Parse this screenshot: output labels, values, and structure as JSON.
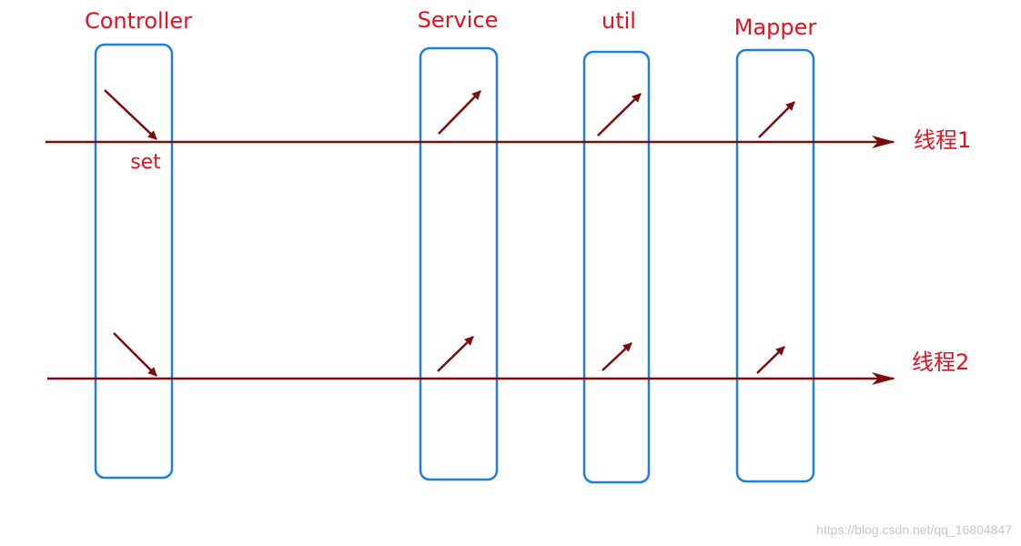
{
  "colors": {
    "label": "#e8101f",
    "box": "#1e7fe0",
    "arrow": "#7a0c0c",
    "watermark": "#c8c8c8"
  },
  "layers": [
    {
      "id": "controller",
      "label": "Controller"
    },
    {
      "id": "service",
      "label": "Service"
    },
    {
      "id": "util",
      "label": "util"
    },
    {
      "id": "mapper",
      "label": "Mapper"
    }
  ],
  "set_label": "set",
  "threads": [
    {
      "id": "thread-1",
      "label": "线程1"
    },
    {
      "id": "thread-2",
      "label": "线程2"
    }
  ],
  "watermark": "https://blog.csdn.net/qq_16804847"
}
